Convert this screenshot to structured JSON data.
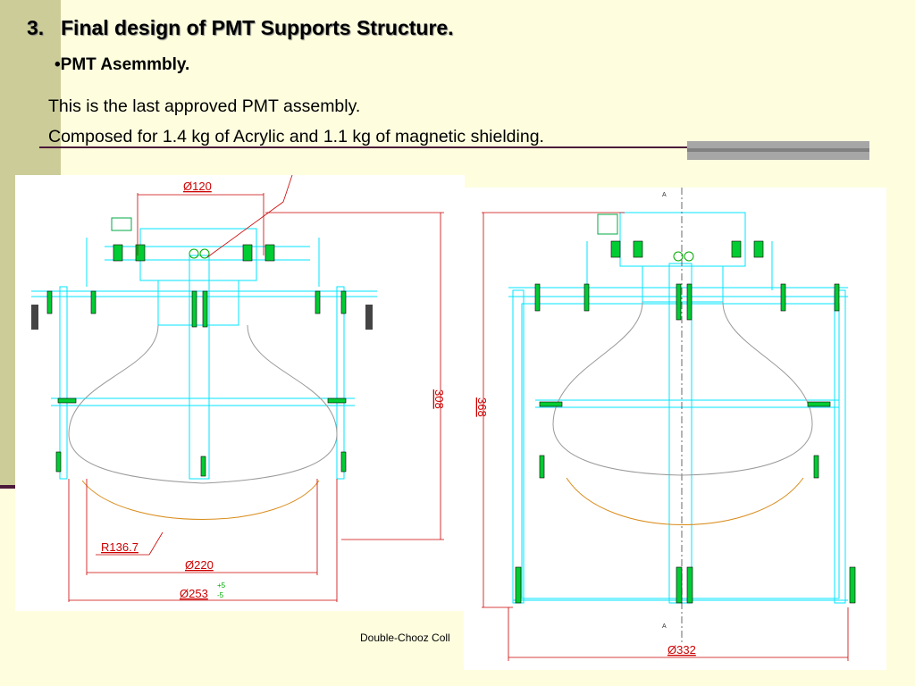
{
  "slide": {
    "title_number": "3.",
    "title_text": "Final design of PMT Supports Structure.",
    "bullet": "•PMT Asemmbly.",
    "line1": "This is the last approved PMT assembly.",
    "line2": "Composed for 1.4 kg of Acrylic and 1.1 kg of magnetic shielding.",
    "footer": "Double-Chooz Coll"
  },
  "drawing_left": {
    "dim_top": "Ø120",
    "dim_height": "308",
    "dim_radius": "R136.7",
    "dim_220": "Ø220",
    "dim_253": "Ø253",
    "tol_plus": "+5",
    "tol_minus": "-5"
  },
  "drawing_right": {
    "dim_height": "368",
    "dim_bottom": "Ø332",
    "section_top": "A",
    "section_bottom": "A"
  },
  "colors": {
    "background": "#fefedf",
    "band": "#cccc99",
    "rule": "#4b1a3a",
    "dimension": "#cc0000",
    "cad": "#00e5ff"
  }
}
